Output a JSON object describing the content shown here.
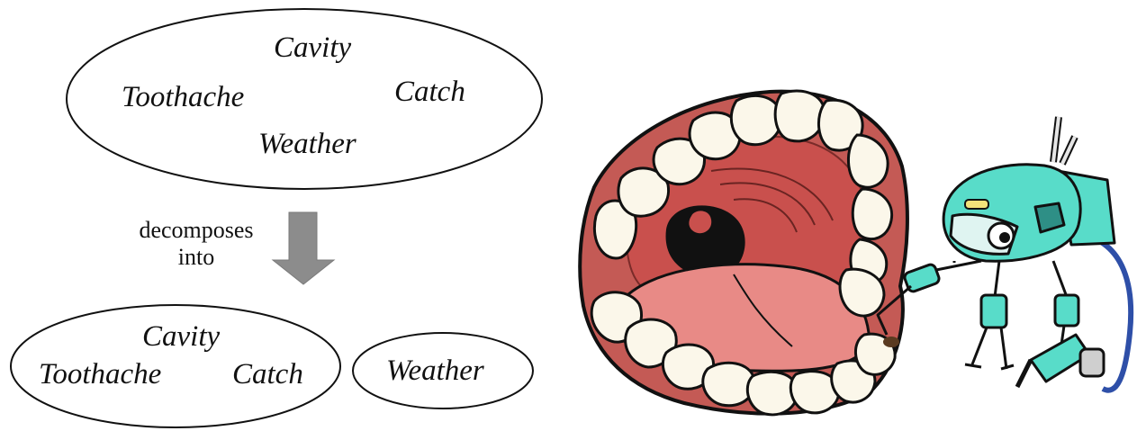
{
  "top_set": {
    "vars": [
      "Cavity",
      "Toothache",
      "Catch",
      "Weather"
    ]
  },
  "arrow": {
    "label_line1": "decomposes",
    "label_line2": "into"
  },
  "bottom_left_set": {
    "vars": [
      "Cavity",
      "Toothache",
      "Catch"
    ]
  },
  "bottom_right_set": {
    "vars": [
      "Weather"
    ]
  },
  "colors": {
    "ink": "#111111",
    "arrow_fill": "#8c8c8c",
    "gum": "#c45a55",
    "palate": "#c9504d",
    "tongue": "#e88a86",
    "tooth": "#fbf7ea",
    "robot_teal": "#58dcc9",
    "robot_dark": "#2e8f86",
    "robot_cable": "#2e4fa8"
  },
  "illustration": {
    "icon": "robot-dentist-icon"
  }
}
